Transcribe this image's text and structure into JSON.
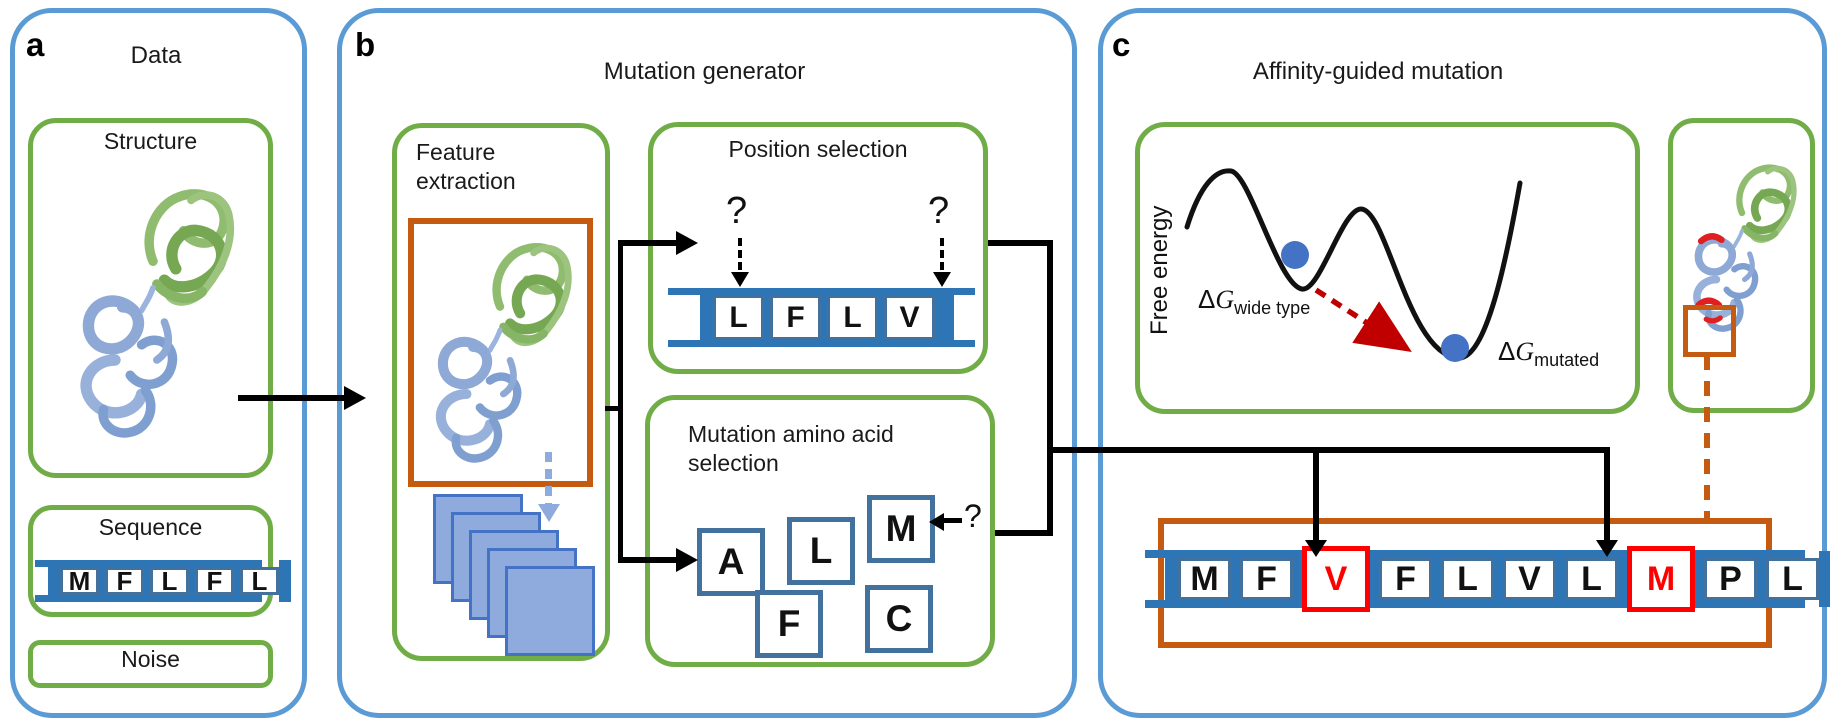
{
  "colors": {
    "panel_border": "#5B9BD5",
    "group_box_border": "#70AD47",
    "orange": "#C55A11",
    "rail_blue": "#2E75B6",
    "letterbox_border": "#41719C",
    "feature_square_fill": "#8FAADC",
    "feature_square_border": "#4472C4",
    "mutation_red": "#FF0000",
    "arrow_black": "#000000"
  },
  "panel_a": {
    "label": "a",
    "title": "Data",
    "structure": {
      "title": "Structure"
    },
    "sequence": {
      "title": "Sequence",
      "letters": [
        "M",
        "F",
        "L",
        "F",
        "L"
      ]
    },
    "noise": {
      "title": "Noise"
    }
  },
  "panel_b": {
    "label": "b",
    "title": "Mutation generator",
    "feature_extraction": {
      "title": "Feature extraction"
    },
    "position_selection": {
      "title": "Position selection",
      "letters": [
        "L",
        "F",
        "L",
        "V"
      ],
      "question_mark": "?"
    },
    "mutation_selection": {
      "title": "Mutation amino acid selection",
      "candidates": [
        "A",
        "L",
        "M",
        "F",
        "C"
      ],
      "question_mark": "?"
    }
  },
  "panel_c": {
    "label": "c",
    "title": "Affinity-guided mutation",
    "free_energy": {
      "axis_label": "Free energy",
      "dg_wildtype": {
        "delta": "Δ",
        "g": "G",
        "sub": "wide type"
      },
      "dg_mutated": {
        "delta": "Δ",
        "g": "G",
        "sub": "mutated"
      }
    },
    "mutated_sequence": {
      "letters": [
        {
          "aa": "M"
        },
        {
          "aa": "F"
        },
        {
          "aa": "V",
          "mutated": true
        },
        {
          "aa": "F"
        },
        {
          "aa": "L"
        },
        {
          "aa": "V"
        },
        {
          "aa": "L"
        },
        {
          "aa": "M",
          "mutated": true
        },
        {
          "aa": "P"
        },
        {
          "aa": "L"
        }
      ]
    }
  }
}
